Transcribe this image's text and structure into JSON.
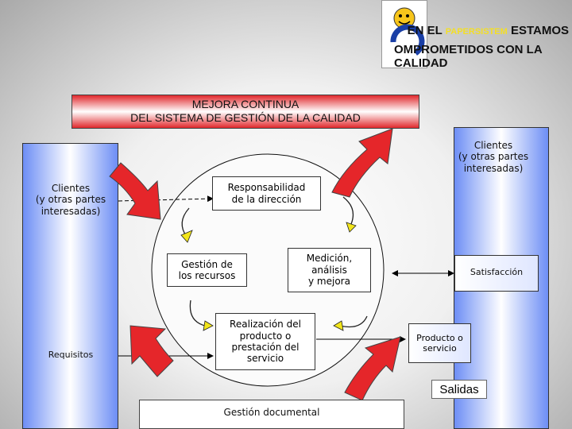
{
  "logo": {
    "line1_a": "EN EL",
    "line1_b": "PAPERSISTEM",
    "line1_c": "ESTAMOS",
    "line2": "OMPROMETIDOS CON LA CALIDAD"
  },
  "title": {
    "line1": "MEJORA CONTINUA",
    "line2": "DEL SISTEMA DE GESTIÓN DE LA CALIDAD"
  },
  "left": {
    "clientes_line1": "Clientes",
    "clientes_line2": "(y otras partes",
    "clientes_line3": "interesadas)",
    "requisitos": "Requisitos"
  },
  "right": {
    "clientes_line1": "Clientes",
    "clientes_line2": "(y otras partes",
    "clientes_line3": "interesadas)",
    "satisfaccion": "Satisfacción",
    "producto_line1": "Producto o",
    "producto_line2": "servicio",
    "salidas": "Salidas"
  },
  "process": {
    "responsabilidad_line1": "Responsabilidad",
    "responsabilidad_line2": "de la dirección",
    "recursos_line1": "Gestión de",
    "recursos_line2": "los recursos",
    "medicion_line1": "Medición,",
    "medicion_line2": "análisis",
    "medicion_line3": "y mejora",
    "realizacion_line1": "Realización del",
    "realizacion_line2": "producto o",
    "realizacion_line3": "prestación del",
    "realizacion_line4": "servicio"
  },
  "bottom": {
    "gestion_documental": "Gestión documental"
  },
  "colors": {
    "red_arrow": "#e5262a",
    "blue_column": "#6d8ef5",
    "yellow_arrow": "#f2e51a",
    "title_red": "#e0282c"
  }
}
